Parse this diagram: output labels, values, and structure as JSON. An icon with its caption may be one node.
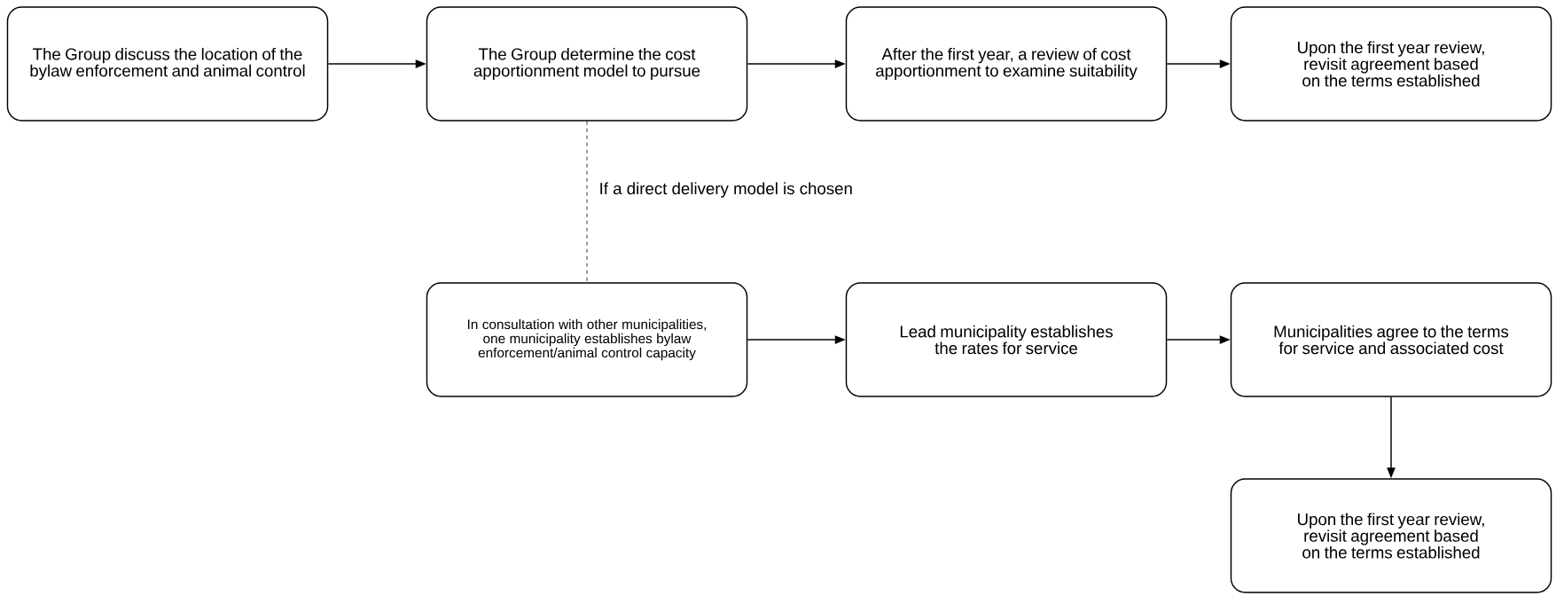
{
  "diagram": {
    "nodes": [
      {
        "text": [
          "The Group discuss the location of the bylaw enforcement and animal control"
        ]
      },
      {
        "text": [
          "The Group determine the cost apportionment model to pursue"
        ]
      },
      {
        "text": [
          "After the first year, a review of cost apportionment to examine suitability"
        ]
      },
      {
        "text": [
          "Upon the first year review, revisit agreement based on the terms established"
        ]
      },
      {
        "text": [
          "In consultation with other municipalities, one municipality establishes bylaw enforcement/animal control capacity"
        ]
      },
      {
        "text": [
          "Lead municipality establishes the rates for service"
        ]
      },
      {
        "text": [
          "Municipalities agree to the terms for service and associated cost"
        ]
      },
      {
        "text": [
          "Upon the first year review, revisit agreement based on the terms established"
        ]
      }
    ],
    "edges": [
      {
        "from": 0,
        "to": 1,
        "arrow": "to"
      },
      {
        "from": 1,
        "to": 2,
        "arrow": "to"
      },
      {
        "from": 2,
        "to": 3,
        "arrow": "to"
      },
      {
        "from": 1,
        "to": 4,
        "arrow": "none",
        "style": "dashed",
        "label": "If a direct delivery model is chosen"
      },
      {
        "from": 4,
        "to": 5,
        "arrow": "to"
      },
      {
        "from": 5,
        "to": 6,
        "arrow": "to"
      },
      {
        "from": 6,
        "to": 7,
        "arrow": "to"
      }
    ]
  }
}
